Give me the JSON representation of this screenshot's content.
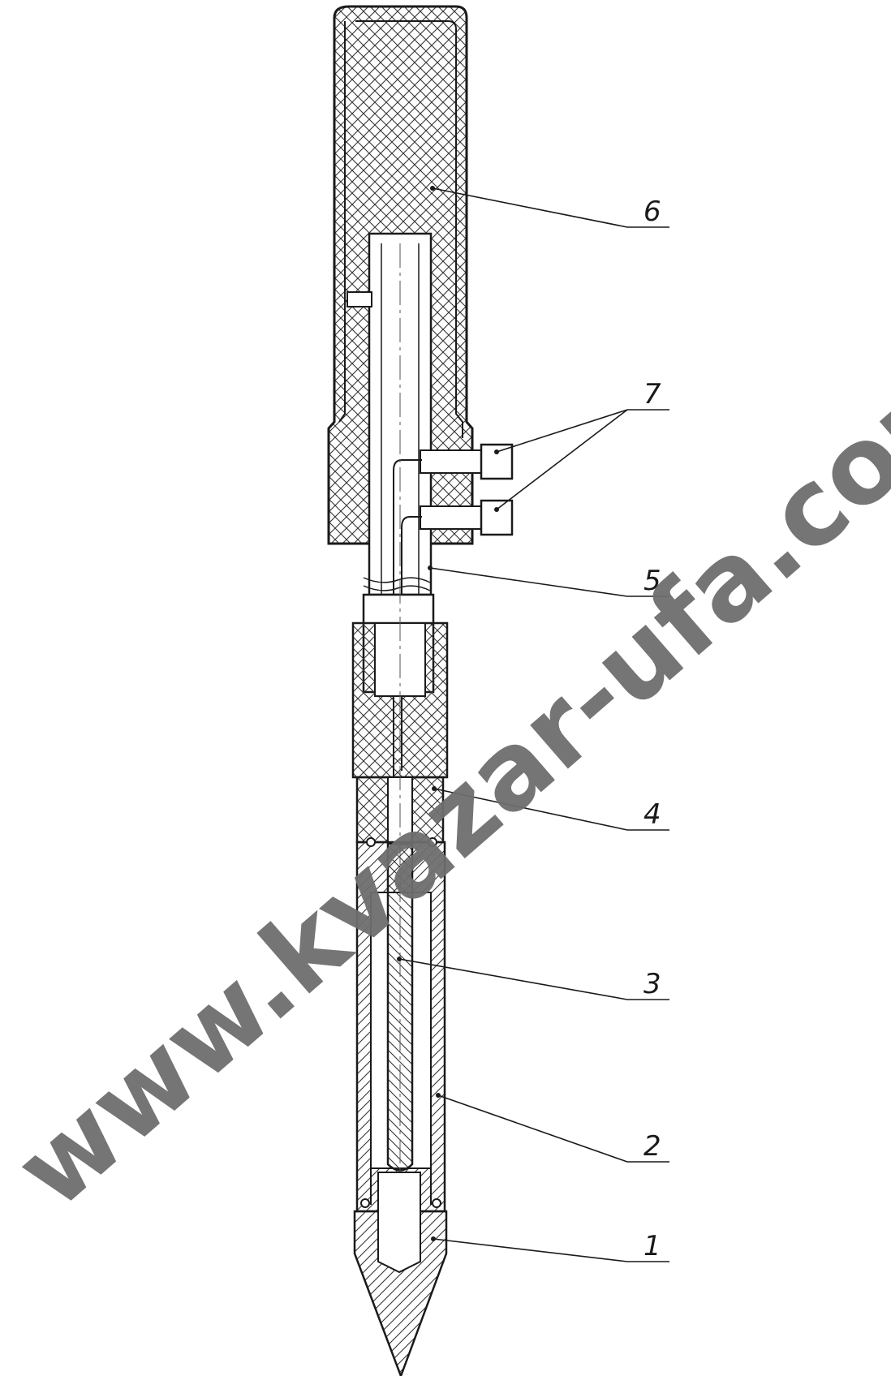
{
  "drawing": {
    "callouts": [
      {
        "id": "6",
        "label": "6"
      },
      {
        "id": "7",
        "label": "7"
      },
      {
        "id": "5",
        "label": "5"
      },
      {
        "id": "4",
        "label": "4"
      },
      {
        "id": "3",
        "label": "3"
      },
      {
        "id": "2",
        "label": "2"
      },
      {
        "id": "1",
        "label": "1"
      }
    ]
  },
  "watermark": {
    "text": "www.kvazar-ufa.com",
    "color": "#6e6e6e"
  },
  "colors": {
    "line": "#1a1a1a",
    "background": "#ffffff"
  }
}
